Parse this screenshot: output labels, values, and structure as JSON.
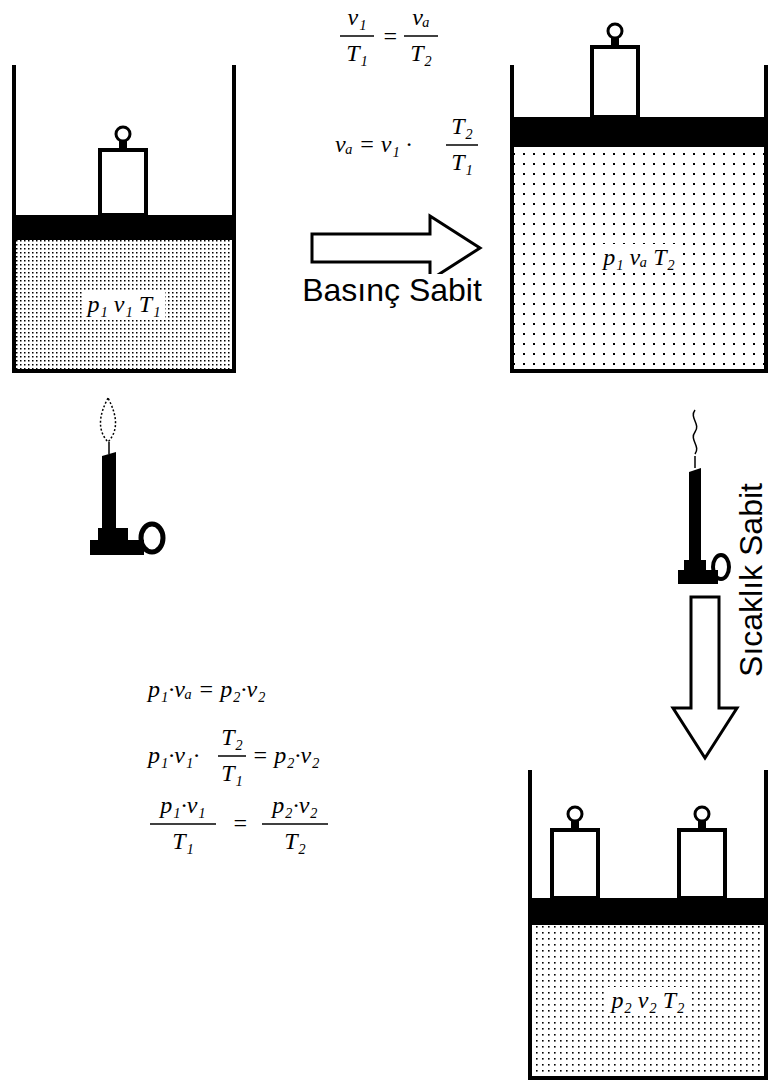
{
  "diagram": {
    "nodes": [
      {
        "text": [
          "p₁ v₁ T₁"
        ]
      },
      {
        "text": [
          "p₁ vₐ T₂"
        ]
      },
      {
        "text": [
          "p₂ v₂ T₂"
        ]
      }
    ],
    "edges": [
      {
        "from": 0,
        "to": 1,
        "arrow": "to",
        "label": "Basınç Sabit"
      },
      {
        "from": 1,
        "to": 2,
        "arrow": "to",
        "label": "Sıcaklık Sabit"
      }
    ],
    "labels": [
      "v₁",
      "T₁",
      "=",
      "vₐ",
      "T₂",
      "vₐ = v₁ ·",
      "T₂",
      "T₁",
      "p₁·vₐ = p₂·v₂",
      "p₁·v₁·",
      "T₂",
      "T₁",
      "= p₂·v₂",
      "p₁·v₁",
      "T₁",
      "=",
      "p₂·v₂",
      "T₂"
    ]
  }
}
